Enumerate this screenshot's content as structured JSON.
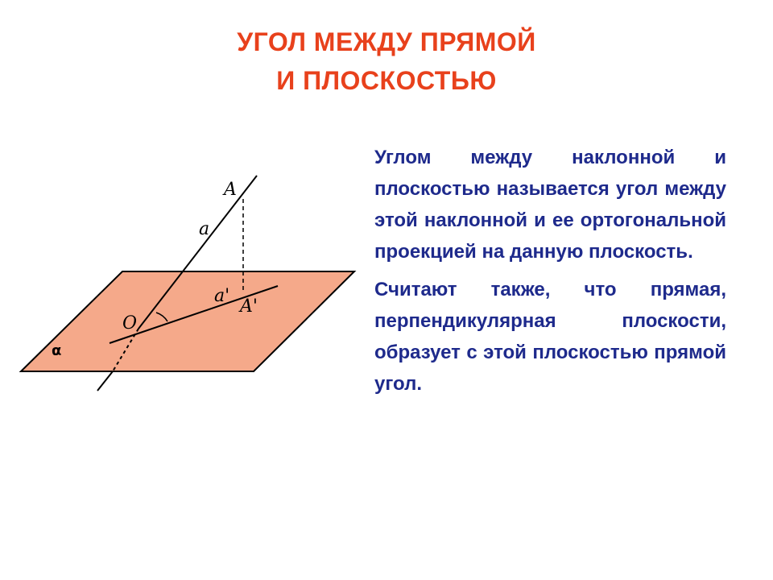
{
  "title": {
    "line1": "УГОЛ МЕЖДУ ПРЯМОЙ",
    "line2": "И ПЛОСКОСТЬЮ"
  },
  "definition": "Углом между наклонной и плоскостью называется угол между этой наклонной и ее ортогональной проекцией на данную плоскость.",
  "note": "Считают также, что прямая, перпендикулярная плоскости, образует с этой плоскостью прямой угол.",
  "diagram": {
    "labels": {
      "point_a": "A",
      "line_a": "a",
      "line_a_prime": "a'",
      "point_a_prime": "A'",
      "point_o": "O",
      "plane": "α"
    },
    "colors": {
      "plane_fill": "#f5a98a",
      "plane_stroke": "#000000",
      "lines": "#000000"
    }
  },
  "colors": {
    "title": "#e8411c",
    "body_text": "#1e2a8c"
  }
}
